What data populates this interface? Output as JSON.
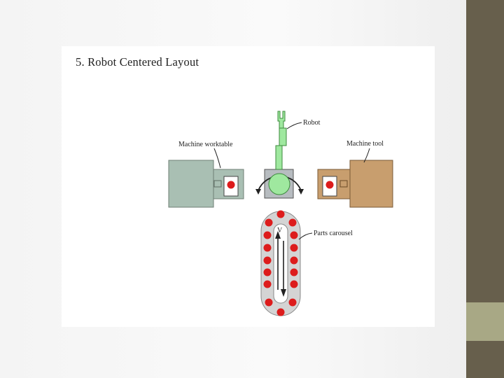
{
  "slide": {
    "title": "5. Robot Centered Layout"
  },
  "diagram": {
    "labels": {
      "robot": "Robot",
      "worktable": "Machine worktable",
      "machine_tool": "Machine tool",
      "carousel": "Parts carousel",
      "velocity": "V"
    },
    "colors": {
      "worktable": "#a9bfb3",
      "robot_arm": "#9fe89f",
      "robot_base": "#b7bcc0",
      "machine_tool": "#c89e6e",
      "part": "#dd1c1c",
      "carousel": "#d4d4d4",
      "side_bar": "#675f4c",
      "side_accent": "#a8a885"
    }
  }
}
